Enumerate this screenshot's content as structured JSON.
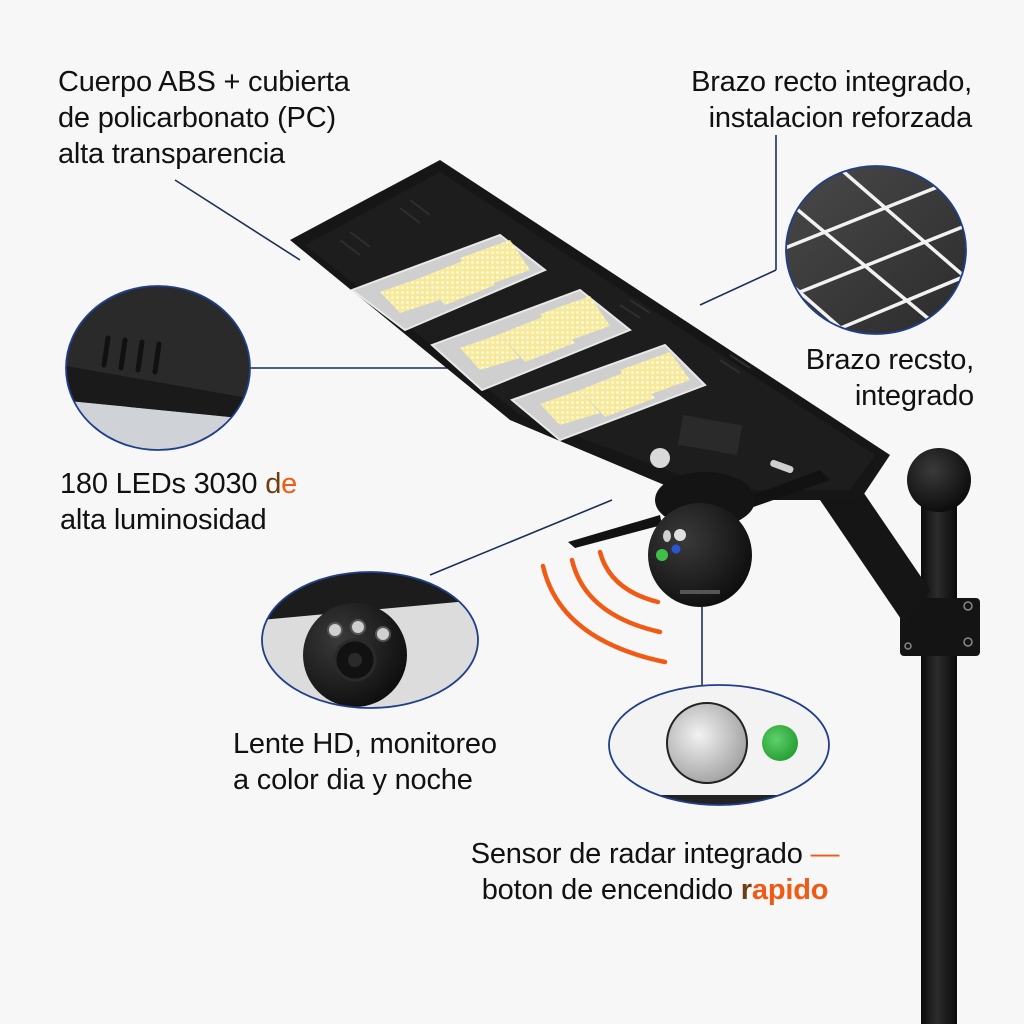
{
  "callouts": {
    "body_material": {
      "lines": [
        "Cuerpo ABS + cubierta",
        "de policarbonato (PC)",
        "alta transparencia"
      ]
    },
    "arm_top": {
      "lines": [
        "Brazo recto integrado,",
        "instalacion reforzada"
      ]
    },
    "arm_side": {
      "lines": [
        "Brazo recsto,",
        "integrado"
      ]
    },
    "leds": {
      "line1_main": "180 LEDs 3030 ",
      "line1_accent_d": "d",
      "line1_accent_e": "e",
      "line2": "alta luminosidad"
    },
    "lens": {
      "lines": [
        "Lente HD, monitoreo",
        "a color dia y noche"
      ]
    },
    "radar": {
      "line1_main": "Sensor de radar integrado ",
      "line1_dash": "—",
      "line2_main": "boton de encendido ",
      "line2_accent_r": "r",
      "line2_accent_rest": "apido"
    }
  },
  "insets": [
    {
      "name": "vent-detail",
      "depicts": "housing vent slots"
    },
    {
      "name": "solar-panel-detail",
      "depicts": "solar panel grid"
    },
    {
      "name": "camera-lens-detail",
      "depicts": "camera with 3 IR LEDs and lens"
    },
    {
      "name": "radar-button-detail",
      "depicts": "radar sensor and green power button"
    }
  ],
  "colors": {
    "background": "#f7f7f7",
    "text": "#111111",
    "accent_orange": "#f05a14",
    "accent_brown": "#6b3f12",
    "leader_line": "#1b2f55",
    "inset_border": "#1f3f8a",
    "lamp_body": "#151515",
    "led_warm": "#fff3b0",
    "power_button": "#3fbf4a"
  }
}
